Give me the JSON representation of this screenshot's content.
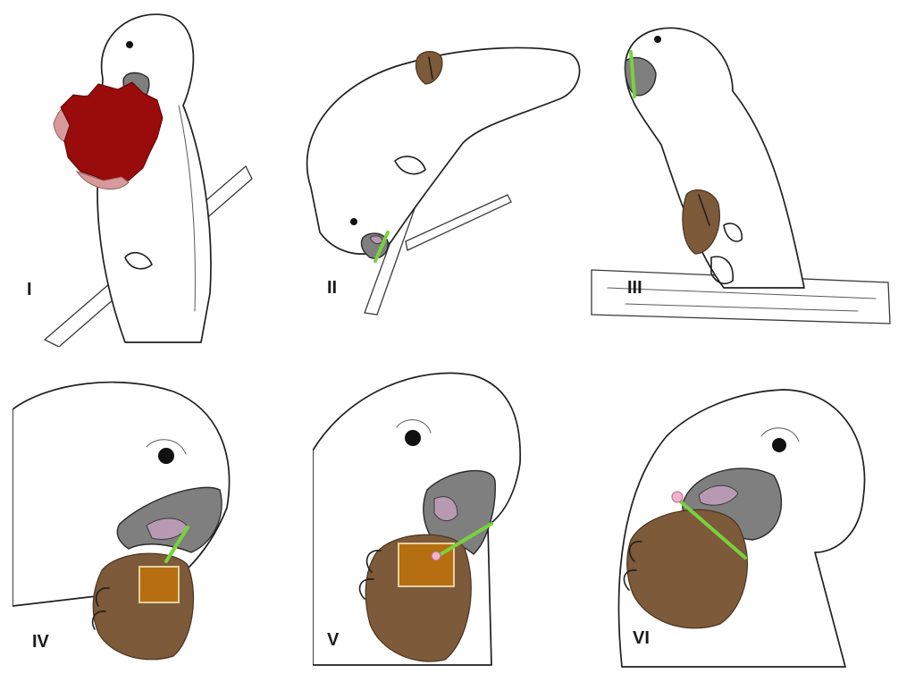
{
  "figure": {
    "panels": [
      {
        "label": "I"
      },
      {
        "label": "II"
      },
      {
        "label": "III"
      },
      {
        "label": "IV"
      },
      {
        "label": "V"
      },
      {
        "label": "VI"
      }
    ]
  },
  "colors": {
    "flower_red": "#9a0b0b",
    "husk_brown": "#7c5a3a",
    "kernel_orange": "#b56f10",
    "stick_green": "#78d23c",
    "beak_gray": "#7f7f7f",
    "tongue_mauve": "#b79ab2"
  }
}
